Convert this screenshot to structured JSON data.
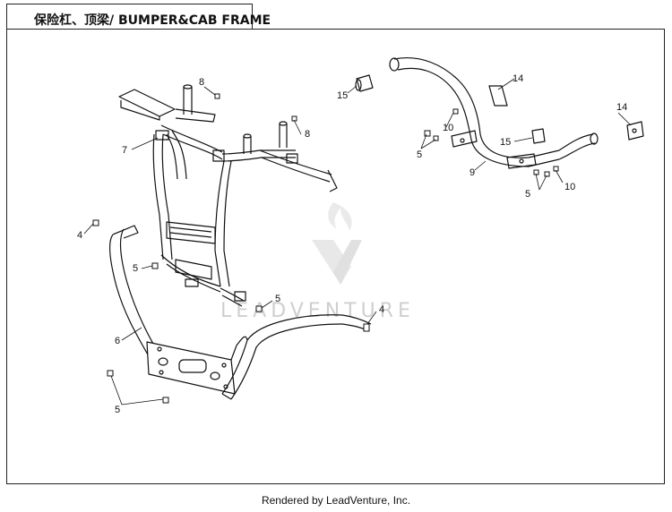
{
  "title": "保险杠、顶梁/ BUMPER&CAB FRAME",
  "footer": "Rendered by LeadVenture, Inc.",
  "watermark": {
    "brand": "LEADVENTURE",
    "icon": "leadventure-logo-icon"
  },
  "callouts": [
    "8",
    "7",
    "8",
    "4",
    "5",
    "5",
    "4",
    "6",
    "5",
    "14",
    "15",
    "10",
    "5",
    "15",
    "9",
    "14",
    "5",
    "10"
  ]
}
